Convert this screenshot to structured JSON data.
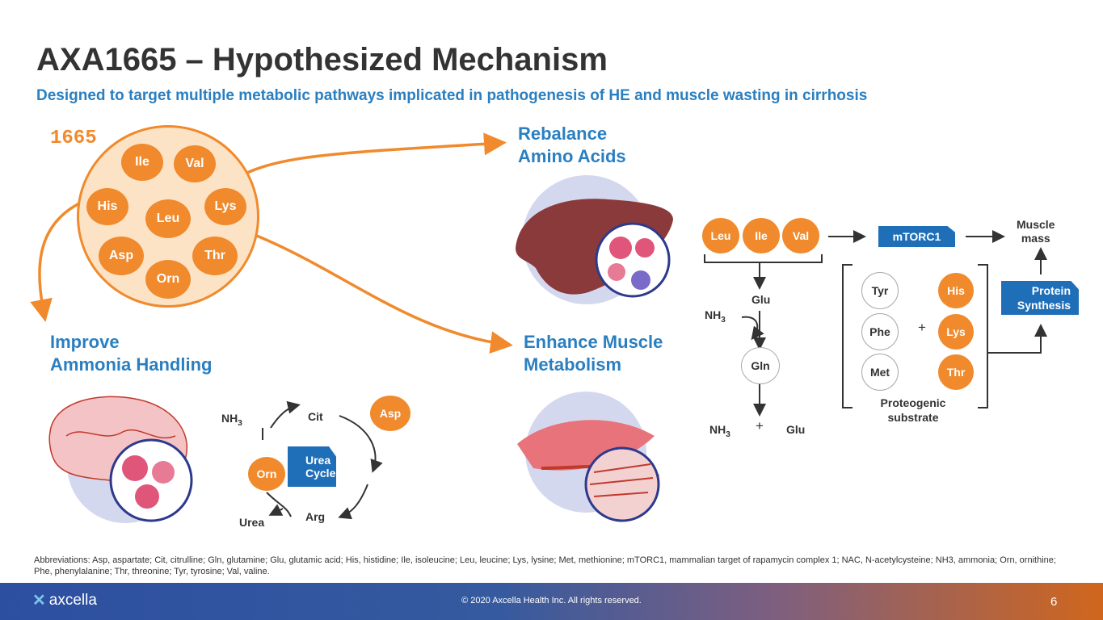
{
  "title": "AXA1665 – Hypothesized Mechanism",
  "subtitle": "Designed to target multiple metabolic pathways implicated in pathogenesis of HE and muscle wasting in cirrhosis",
  "compound_label": "1665",
  "compound_amino_acids": [
    "Ile",
    "Val",
    "His",
    "Leu",
    "Lys",
    "Asp",
    "Thr",
    "Orn"
  ],
  "headings": {
    "rebalance_line1": "Rebalance",
    "rebalance_line2": "Amino Acids",
    "ammonia_line1": "Improve",
    "ammonia_line2": "Ammonia Handling",
    "muscle_line1": "Enhance Muscle",
    "muscle_line2": "Metabolism"
  },
  "urea_cycle": {
    "nh3": "NH",
    "nh3_sub": "3",
    "cit": "Cit",
    "asp": "Asp",
    "orn": "Orn",
    "cycle_line1": "Urea",
    "cycle_line2": "Cycle",
    "urea": "Urea",
    "arg": "Arg"
  },
  "pathway": {
    "bcaa": [
      "Leu",
      "Ile",
      "Val"
    ],
    "mtorc1": "mTORC1",
    "muscle_mass_line1": "Muscle",
    "muscle_mass_line2": "mass",
    "glu": "Glu",
    "nh3": "NH",
    "nh3_sub": "3",
    "gln": "Gln",
    "bottom_nh3": "NH",
    "bottom_nh3_sub": "3",
    "plus": "+",
    "bottom_glu": "Glu",
    "tyr": "Tyr",
    "phe": "Phe",
    "met": "Met",
    "his": "His",
    "lys": "Lys",
    "thr": "Thr",
    "plus2": "+",
    "protein_synthesis_line1": "Protein",
    "protein_synthesis_line2": "Synthesis",
    "proteogenic_line1": "Proteogenic",
    "proteogenic_line2": "substrate"
  },
  "abbreviations": "Abbreviations: Asp, aspartate; Cit, citrulline; Gln, glutamine; Glu, glutamic acid; His, histidine; Ile, isoleucine; Leu, leucine; Lys, lysine; Met, methionine; mTORC1, mammalian target of rapamycin complex 1; NAC, N-acetylcysteine; NH3, ammonia; Orn, ornithine; Phe, phenylalanine; Thr, threonine; Tyr, tyrosine; Val, valine.",
  "footer": {
    "logo_text": "axcella",
    "copyright": "© 2020 Axcella Health Inc. All rights reserved.",
    "page_number": "6"
  },
  "colors": {
    "orange": "#f08a2c",
    "blue": "#2a7fc1",
    "dark_blue_box": "#1f6fb8",
    "title_gray": "#333333"
  }
}
